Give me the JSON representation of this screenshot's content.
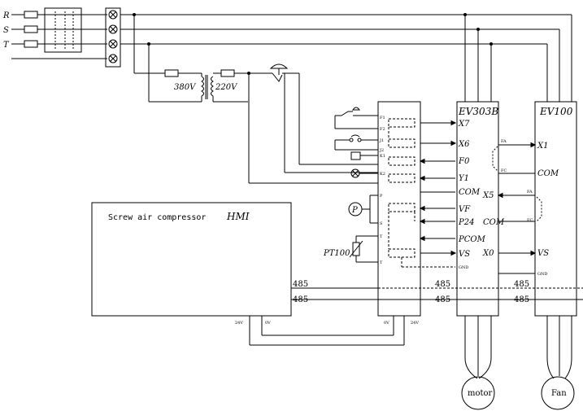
{
  "phases": [
    "R",
    "S",
    "T"
  ],
  "hmi": {
    "title": "Screw air compressor",
    "name": "HMI"
  },
  "transformer": {
    "primary": "380V",
    "secondary": "220V"
  },
  "sensor": {
    "label": "PT100"
  },
  "pressure_sensor": {
    "label": "P"
  },
  "controller": {
    "labels_left": [
      "F1",
      "F2",
      "J1",
      "J2",
      "K1",
      "K2",
      "P",
      "S",
      "T",
      "T"
    ]
  },
  "inverter_main": {
    "title": "EV303B",
    "terminals": [
      "X7",
      "X6",
      "F0",
      "Y1",
      "COM",
      "VF",
      "P24",
      "PCOM",
      "VS",
      "GND"
    ]
  },
  "inverter_fan": {
    "title": "EV100",
    "terminals": [
      "X1",
      "COM",
      "X5",
      "COM",
      "X0",
      "VS",
      "GND"
    ],
    "left_small": [
      "FA",
      "FC",
      "FA",
      "FC"
    ]
  },
  "bus": {
    "label_plus": "485",
    "label_minus": "485",
    "power_24v": "24V",
    "power_0v": "0V"
  },
  "motors": {
    "main": "motor",
    "fan": "Fan"
  }
}
